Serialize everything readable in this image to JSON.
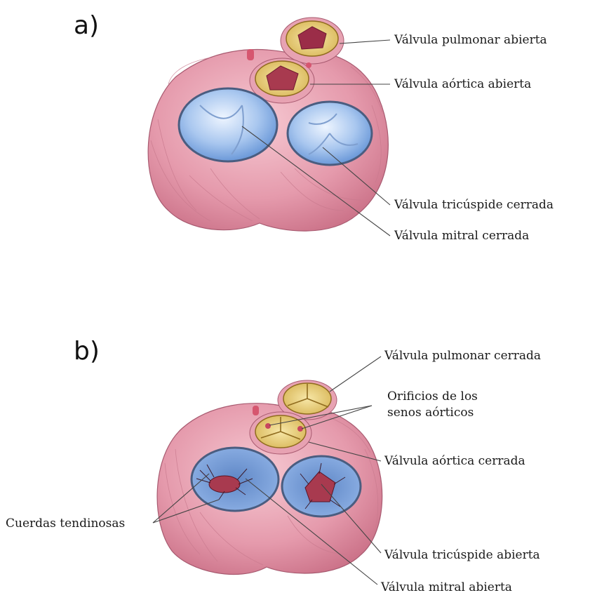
{
  "panel_a": {
    "letter": "a)",
    "labels": {
      "pulmonary": "Válvula pulmonar abierta",
      "aortic": "Válvula aórtica abierta",
      "tricuspid": "Válvula tricúspide cerrada",
      "mitral": "Válvula mitral cerrada"
    }
  },
  "panel_b": {
    "letter": "b)",
    "labels": {
      "pulmonary": "Válvula pulmonar cerrada",
      "sinus_line1": "Orificios de los",
      "sinus_line2": "senos aórticos",
      "aortic": "Válvula aórtica cerrada",
      "chordae": "Cuerdas tendinosas",
      "tricuspid": "Válvula tricúspide abierta",
      "mitral": "Válvula mitral abierta"
    }
  },
  "colors": {
    "muscle": "#e49aab",
    "muscle_dark": "#c76d84",
    "valve_blue": "#7ea7df",
    "valve_light": "#d9e8fb",
    "gold": "#e7cf7b",
    "cusp_red": "#a83a4f"
  }
}
